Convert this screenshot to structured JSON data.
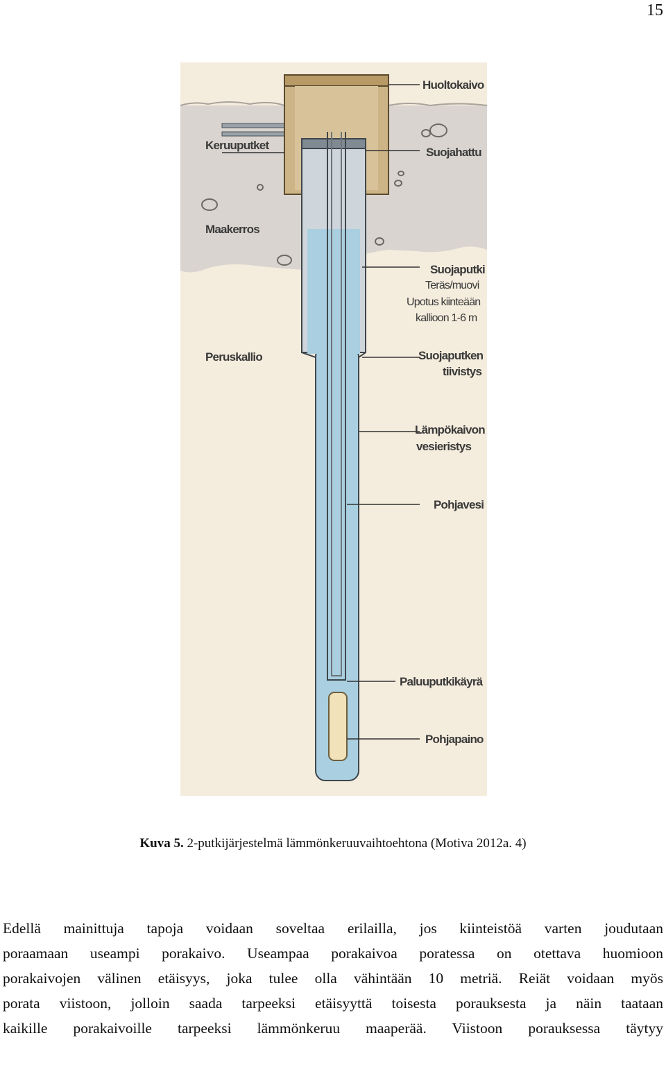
{
  "page": {
    "number": "15"
  },
  "figure": {
    "labels": {
      "huoltokaivo": "Huoltokaivo",
      "keruuputket": "Keruuputket",
      "suojahattu": "Suojahattu",
      "maakerros": "Maakerros",
      "suojaputki": "Suojaputki",
      "suojaputki_material": "Teräs/muovi",
      "suojaputki_note_1": "Upotus kiinteään",
      "suojaputki_note_2": "kallioon 1-6 m",
      "peruskallio": "Peruskallio",
      "tiivistys_1": "Suojaputken",
      "tiivistys_2": "tiivistys",
      "vesieristys_1": "Lämpökaivon",
      "vesieristys_2": "vesieristys",
      "pohjavesi": "Pohjavesi",
      "paluuputkikayra": "Paluuputkikäyrä",
      "pohjapaino": "Pohjapaino"
    },
    "colors": {
      "soil": "#d9d4cf",
      "bedrock": "#f3eadb",
      "well_chamber": "#cdb487",
      "water": "#a9cfe0",
      "pipe": "#8e9aa3",
      "weight": "#f1e2b9"
    }
  },
  "caption": {
    "label": "Kuva 5.",
    "text": "2-putkijärjestelmä lämmönkeruuvaihtoehtona (Motiva 2012a. 4)"
  },
  "body": {
    "lines": [
      "Edellä mainittuja tapoja voidaan soveltaa erilailla, jos kiinteistöä varten joudutaan",
      "poraamaan useampi porakaivo. Useampaa porakaivoa poratessa on otettava huomioon",
      "porakaivojen välinen etäisyys, joka tulee olla vähintään 10 metriä. Reiät voidaan myös",
      "porata viistoon, jolloin saada tarpeeksi etäisyyttä toisesta porauksesta ja näin taataan",
      "kaikille porakaivoille tarpeeksi lämmönkeruu maaperää. Viistoon porauksessa täytyy"
    ]
  }
}
